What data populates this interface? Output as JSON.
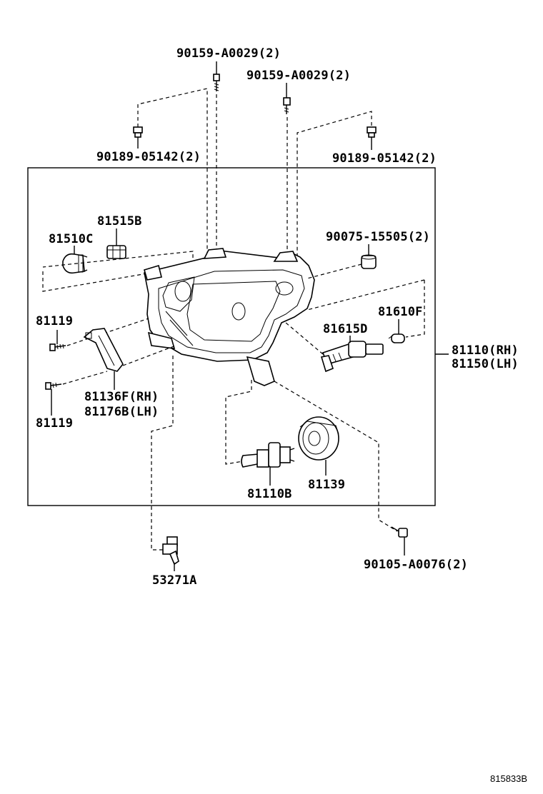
{
  "labels": {
    "screw_top_center": "90159-A0029(2)",
    "screw_top_right": "90159-A0029(2)",
    "clip_left": "90189-05142(2)",
    "clip_right": "90189-05142(2)",
    "socket_81515b": "81515B",
    "bulb_81510c": "81510C",
    "bushing_90075": "90075-15505(2)",
    "bolt_81119_top": "81119",
    "bulb_81610f": "81610F",
    "socket_81615d": "81615D",
    "assembly_rh": "81110(RH)",
    "assembly_lh": "81150(LH)",
    "bracket_rh": "81136F(RH)",
    "bracket_lh": "81176B(LH)",
    "bolt_81119_bottom": "81119",
    "bulb_81110b": "81110B",
    "cover_81139": "81139",
    "bolt_90105": "90105-A0076(2)",
    "actuator_53271a": "53271A"
  },
  "figure_code": "815833B"
}
